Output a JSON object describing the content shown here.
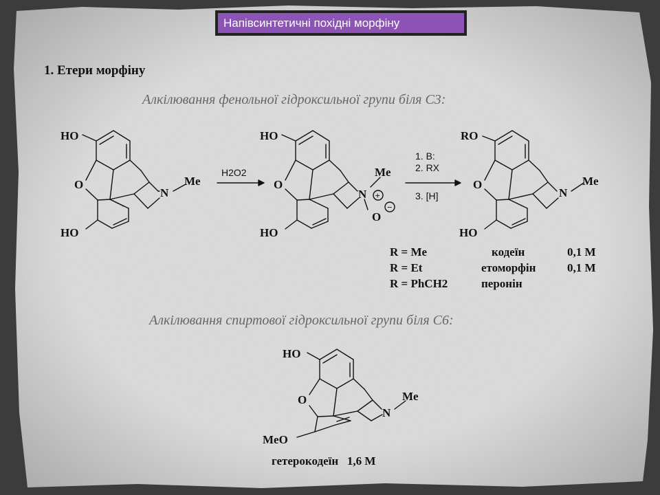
{
  "title": "Напівсинтетичні похідні морфіну",
  "section_heading": "1. Етери морфіну",
  "subtitle_c3": "Алкілювання фенольної гідроксильної групи біля С3:",
  "subtitle_c6": "Алкілювання спиртової гідроксильної групи біля С6:",
  "atoms": {
    "ho": "HO",
    "o": "O",
    "n": "N",
    "me": "Me",
    "ro": "RO",
    "meo": "MeO",
    "plus": "+",
    "minus": "−"
  },
  "reagents": {
    "oxidant": "H2O2",
    "step1": "1. B:",
    "step2": "2. RX",
    "step3": "3. [H]"
  },
  "products": [
    {
      "r": "R = Me",
      "name": "кодеїн",
      "conc": "0,1 M"
    },
    {
      "r": "R = Et",
      "name": "етоморфін",
      "conc": "0,1 M"
    },
    {
      "r": "R = PhCH2",
      "name": "перонін",
      "conc": ""
    }
  ],
  "c6_product": {
    "name": "гетерокодеїн",
    "conc": "1,6 M"
  },
  "colors": {
    "title_bg": "#8e53b6",
    "title_border": "#222222",
    "paper": "#d8d8d8",
    "background": "#3c3c3c"
  }
}
